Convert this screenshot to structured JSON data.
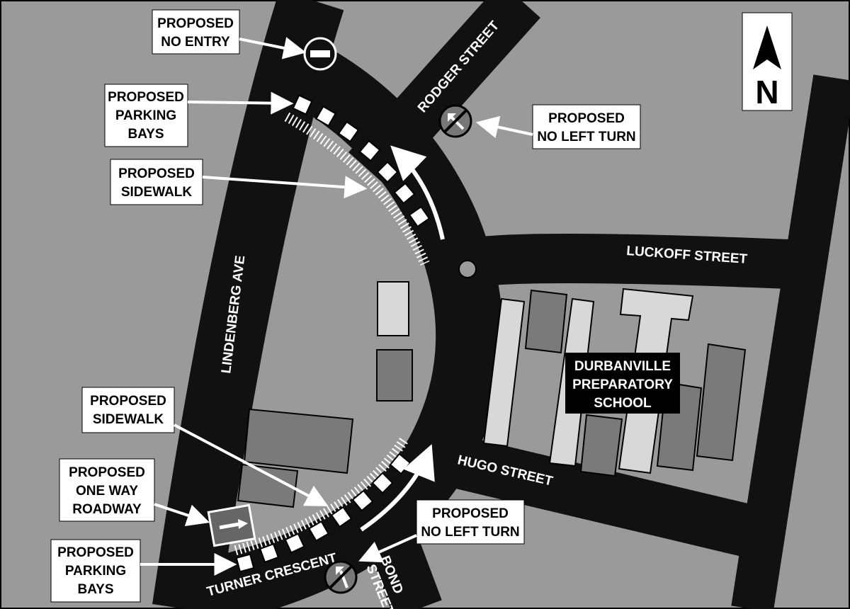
{
  "streets": {
    "lindenberg": "LINDENBERG AVE",
    "rodger": "RODGER STREET",
    "luckoff": "LUCKOFF STREET",
    "hugo": "HUGO STREET",
    "turner": "TURNER CRESCENT",
    "bond_line1": "BOND",
    "bond_line2": "STREET"
  },
  "school": {
    "line1": "DURBANVILLE",
    "line2": "PREPARATORY",
    "line3": "SCHOOL"
  },
  "north": {
    "label": "N"
  },
  "callouts": {
    "no_entry": {
      "line1": "PROPOSED",
      "line2": "NO ENTRY"
    },
    "parking_top": {
      "line1": "PROPOSED",
      "line2": "PARKING",
      "line3": "BAYS"
    },
    "sidewalk_top": {
      "line1": "PROPOSED",
      "line2": "SIDEWALK"
    },
    "no_left_top": {
      "line1": "PROPOSED",
      "line2": "NO LEFT TURN"
    },
    "sidewalk_bottom": {
      "line1": "PROPOSED",
      "line2": "SIDEWALK"
    },
    "one_way": {
      "line1": "PROPOSED",
      "line2": "ONE WAY",
      "line3": "ROADWAY"
    },
    "parking_bottom": {
      "line1": "PROPOSED",
      "line2": "PARKING",
      "line3": "BAYS"
    },
    "no_left_bottom": {
      "line1": "PROPOSED",
      "line2": "NO LEFT TURN"
    }
  },
  "icons": {
    "no_entry": "no-entry-sign-icon",
    "no_left_turn": "no-left-turn-sign-icon",
    "one_way": "one-way-sign-icon",
    "north_arrow": "north-arrow-icon"
  },
  "colors": {
    "background": "#9a9a9a",
    "road": "#111111",
    "building_light": "#d8d8d8",
    "building_dark": "#7a7a7a",
    "label_box": "#ffffff"
  }
}
